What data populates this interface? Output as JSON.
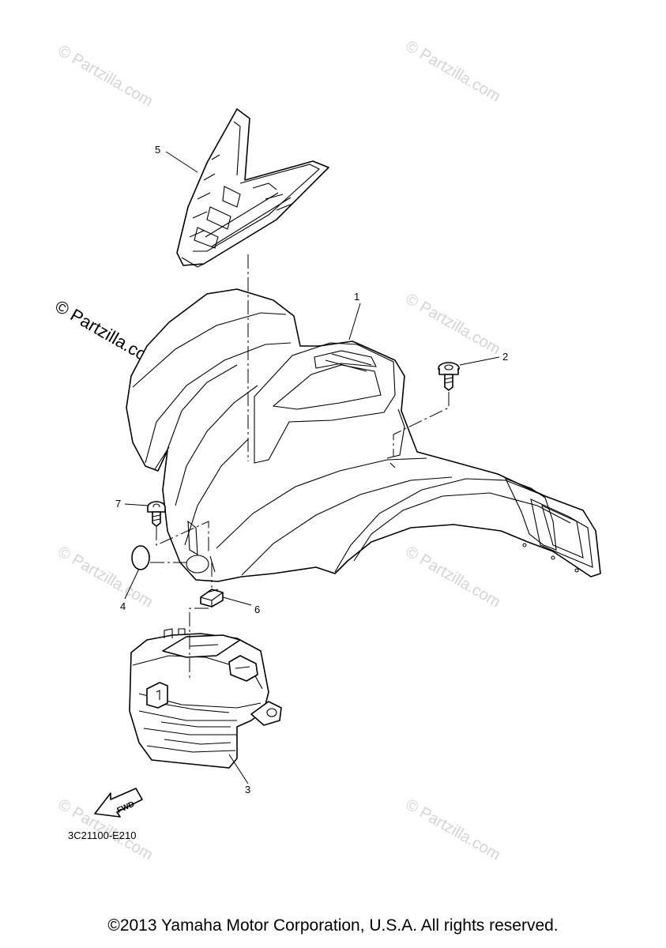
{
  "diagram": {
    "code": "3C21100-E210",
    "copyright": "©2013 Yamaha Motor Corporation, U.S.A. All rights reserved.",
    "watermark": "© Partzilla.com",
    "fwd_label": "FWD",
    "callouts": [
      {
        "id": "1",
        "label": "1"
      },
      {
        "id": "2",
        "label": "2"
      },
      {
        "id": "3",
        "label": "3"
      },
      {
        "id": "4",
        "label": "4"
      },
      {
        "id": "5",
        "label": "5"
      },
      {
        "id": "6",
        "label": "6"
      },
      {
        "id": "7",
        "label": "7"
      }
    ]
  }
}
